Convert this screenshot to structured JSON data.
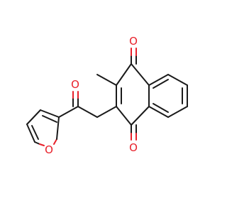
{
  "molecule": {
    "atoms": [
      {
        "id": "o1",
        "label": "O",
        "element": "oxygen",
        "color": "#e8202a"
      },
      {
        "id": "o2",
        "label": "O",
        "element": "oxygen",
        "color": "#e8202a"
      },
      {
        "id": "o3",
        "label": "O",
        "element": "oxygen",
        "color": "#e8202a"
      },
      {
        "id": "o4",
        "label": "O",
        "element": "oxygen",
        "color": "#e8202a"
      }
    ],
    "bond_color": "#1a1a1a"
  }
}
